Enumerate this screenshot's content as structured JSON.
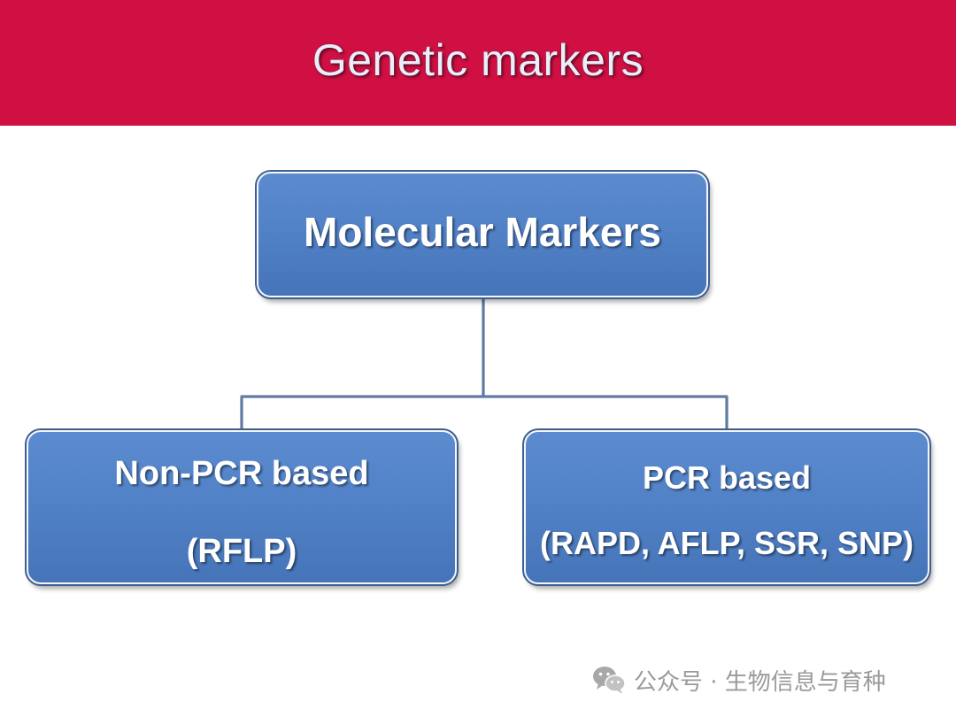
{
  "header": {
    "title": "Genetic markers",
    "background_color": "#d01043"
  },
  "diagram": {
    "root": {
      "label": "Molecular Markers"
    },
    "children": [
      {
        "label": "Non-PCR based",
        "detail": "(RFLP)"
      },
      {
        "label": "PCR based",
        "detail": "(RAPD, AFLP, SSR, SNP)"
      }
    ],
    "node_color": "#4f81c7",
    "connector_color": "#3f5f8f"
  },
  "watermark": {
    "icon": "wechat-icon",
    "text": "公众号 · 生物信息与育种"
  }
}
